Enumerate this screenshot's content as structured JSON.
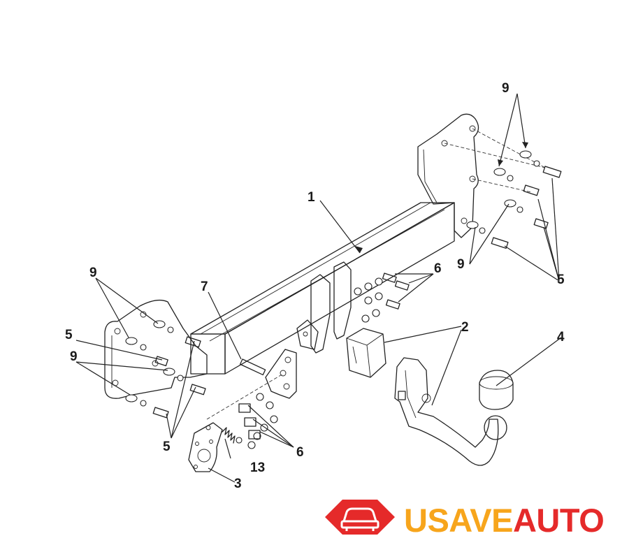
{
  "diagram": {
    "callouts": [
      {
        "id": "c1",
        "label": "1"
      },
      {
        "id": "c2",
        "label": "2"
      },
      {
        "id": "c3",
        "label": "3"
      },
      {
        "id": "c4",
        "label": "4"
      },
      {
        "id": "c5a",
        "label": "5"
      },
      {
        "id": "c5b",
        "label": "5"
      },
      {
        "id": "c5c",
        "label": "5"
      },
      {
        "id": "c6a",
        "label": "6"
      },
      {
        "id": "c6b",
        "label": "6"
      },
      {
        "id": "c7",
        "label": "7"
      },
      {
        "id": "c9a",
        "label": "9"
      },
      {
        "id": "c9b",
        "label": "9"
      },
      {
        "id": "c9c",
        "label": "9"
      },
      {
        "id": "c9d",
        "label": "9"
      },
      {
        "id": "c13",
        "label": "13"
      }
    ]
  },
  "logo": {
    "text_part1": "USAVE",
    "text_part2": "AUTO",
    "color_primary": "#f7a51c",
    "color_accent": "#e52a2a"
  }
}
